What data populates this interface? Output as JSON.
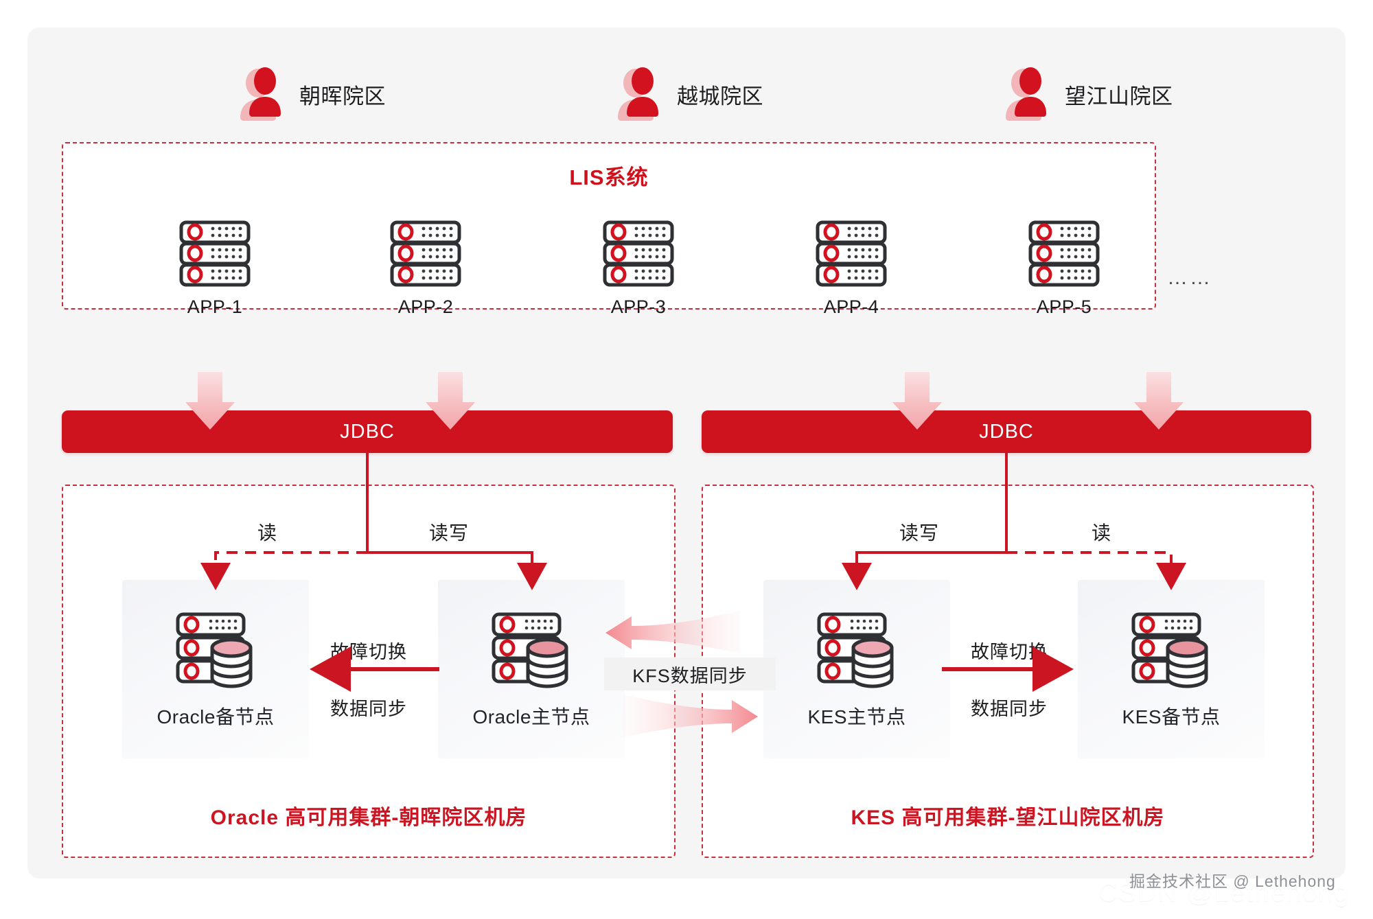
{
  "diagram": {
    "title_lis": "LIS系统",
    "ellipsis": "……",
    "campuses": [
      {
        "label": "朝晖院区",
        "icon": "user-icon"
      },
      {
        "label": "越城院区",
        "icon": "user-icon"
      },
      {
        "label": "望江山院区",
        "icon": "user-icon"
      }
    ],
    "apps": [
      {
        "label": "APP-1",
        "icon": "server-icon"
      },
      {
        "label": "APP-2",
        "icon": "server-icon"
      },
      {
        "label": "APP-3",
        "icon": "server-icon"
      },
      {
        "label": "APP-4",
        "icon": "server-icon"
      },
      {
        "label": "APP-5",
        "icon": "server-icon"
      }
    ],
    "connectors": {
      "jdbc_left": "JDBC",
      "jdbc_right": "JDBC"
    },
    "clusters": [
      {
        "title": "Oracle 高可用集群-朝晖院区机房",
        "access_left": "读",
        "access_right": "读写",
        "failover_top": "故障切换",
        "failover_bottom": "数据同步",
        "nodes": [
          {
            "label": "Oracle备节点",
            "icon": "database-icon",
            "role": "standby"
          },
          {
            "label": "Oracle主节点",
            "icon": "database-icon",
            "role": "primary"
          }
        ]
      },
      {
        "title": "KES 高可用集群-望江山院区机房",
        "access_left": "读写",
        "access_right": "读",
        "failover_top": "故障切换",
        "failover_bottom": "数据同步",
        "nodes": [
          {
            "label": "KES主节点",
            "icon": "database-icon",
            "role": "primary"
          },
          {
            "label": "KES备节点",
            "icon": "database-icon",
            "role": "standby"
          }
        ]
      }
    ],
    "sync": {
      "label": "KFS数据同步",
      "direction": "bidirectional"
    },
    "watermarks": {
      "primary": "掘金技术社区 @ Lethehong",
      "secondary": "CSDN @Lethehong"
    },
    "colors": {
      "brand_red": "#ce121e",
      "dashed_border": "#c4303c",
      "title_red": "#d0111b",
      "canvas": "#f5f5f6",
      "panel": "#ffffff",
      "tile": "#f4f5f7",
      "pink_accent": "#f4a3a8",
      "text": "#1d1d1f"
    }
  }
}
